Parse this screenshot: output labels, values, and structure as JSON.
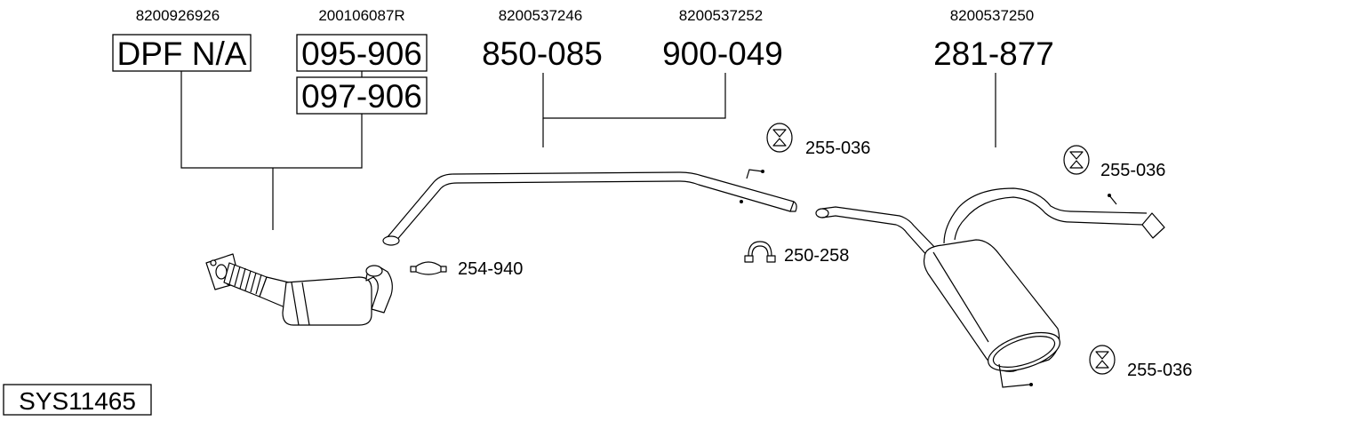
{
  "parts": {
    "dpf": {
      "oe": "8200926926",
      "number": "DPF N/A"
    },
    "catalyst": {
      "oe": "200106087R",
      "number_a": "095-906",
      "number_b": "097-906"
    },
    "front_pipe": {
      "oe": "8200537246",
      "number": "850-085"
    },
    "mid_pipe": {
      "oe": "8200537252",
      "number": "900-049"
    },
    "rear_silencer": {
      "oe": "8200537250",
      "number": "281-877"
    }
  },
  "accessories": {
    "hanger_top": "255-036",
    "hanger_right": "255-036",
    "hanger_bottom": "255-036",
    "clamp_left": "254-940",
    "clamp_right": "250-258"
  },
  "system": {
    "id": "SYS11465"
  },
  "icons": {
    "hanger": "rubber-hanger-icon",
    "clamp": "pipe-clamp-icon"
  }
}
